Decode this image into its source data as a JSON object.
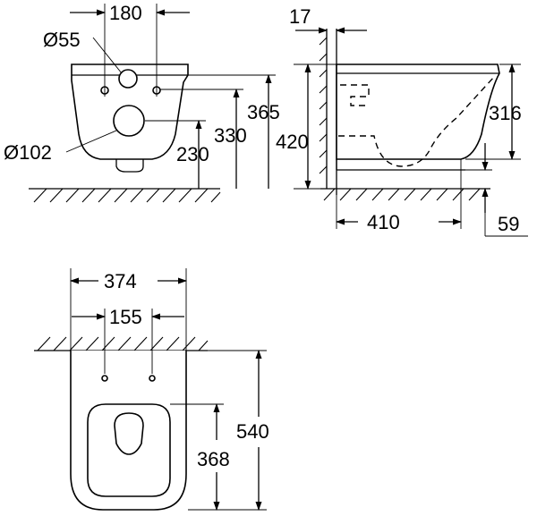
{
  "front_view": {
    "dim_width_holes": "180",
    "dim_inlet_dia": "Ø55",
    "dim_outlet_dia": "Ø102",
    "dim_height_top": "365",
    "dim_height_holes": "330",
    "dim_height_outlet": "230"
  },
  "side_view": {
    "dim_wall_gap": "17",
    "dim_total_height": "420",
    "dim_rim_height": "316",
    "dim_projection": "410",
    "dim_outlet_height": "59"
  },
  "top_view": {
    "dim_total_width": "374",
    "dim_hole_spacing": "155",
    "dim_length": "540",
    "dim_seat_opening": "368"
  }
}
